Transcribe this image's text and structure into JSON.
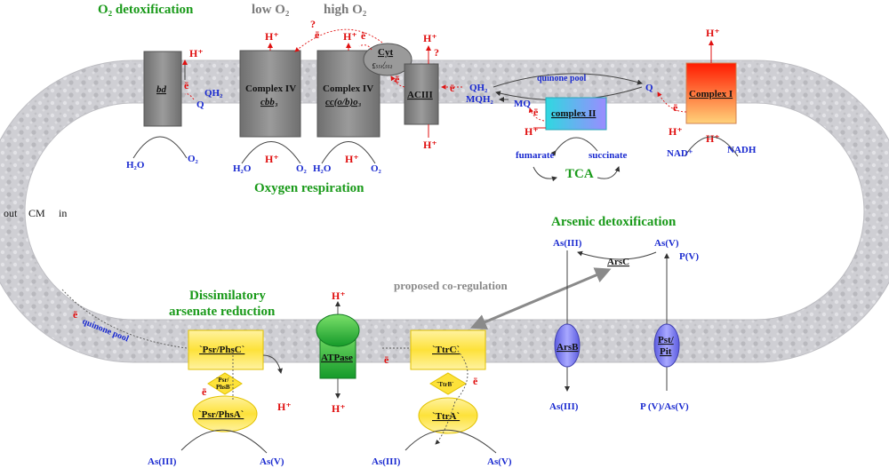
{
  "titles": {
    "o2_detox": "O₂ detoxification",
    "low_o2": "low O₂",
    "high_o2": "high O₂",
    "oxygen_respiration": "Oxygen respiration",
    "arsenic_detox": "Arsenic detoxification",
    "dissimilatory_1": "Dissimilatory",
    "dissimilatory_2": "arsenate reduction",
    "proposed": "proposed co-regulation",
    "quinone_pool_top": "quinone pool",
    "quinone_pool_left": "quinone pool",
    "tca": "TCA"
  },
  "membrane": {
    "out": "out",
    "cm": "CM",
    "in": "in"
  },
  "complexes": {
    "bd": "bd",
    "complex_iv_cbb3_1": "Complex IV",
    "complex_iv_cbb3_2": "cbb₃",
    "complex_iv_cc_1": "Complex IV",
    "complex_iv_cc_2": "cc(o/b)o₃",
    "cyt_1": "Cyt",
    "cyt_2": "c₅₅₁/₅₅₂",
    "aciii": "ACIII",
    "complex_ii": "complex II",
    "complex_i": "Complex I",
    "atpase": "ATPase",
    "psr_phsc": "`Psr/PhsC`",
    "psr_phsb_1": "`Psr/",
    "psr_phsb_2": "PhsB`",
    "psr_phsa": "`Psr/PhsA`",
    "ttrc": "`TtrC`",
    "ttrb": "`TtrB`",
    "ttra": "`TtrA`",
    "arsb": "ArsB",
    "pst_1": "Pst/",
    "pst_2": "Pit",
    "arsc": "ArsC"
  },
  "species": {
    "h2o": "H₂O",
    "o2": "O₂",
    "qh2": "QH₂",
    "q": "Q",
    "mqh2": "MQH₂",
    "mq": "MQ",
    "fumarate": "fumarate",
    "succinate": "succinate",
    "nad": "NAD⁺",
    "nadh": "NADH",
    "as3": "As(III)",
    "as5": "As(V)",
    "p5": "P(V)",
    "p5as5": "P (V)/As(V)",
    "hplus": "H⁺",
    "electron": "ē",
    "question": "?"
  },
  "colors": {
    "membrane": "#cfcfd3",
    "grey_complex": "#8a8a8a",
    "title_green": "#1a9a1a",
    "species_blue": "#1a2ad0",
    "proton_red": "#e01010",
    "yellow": "#fde74a",
    "blue_violet": "#7a78e8",
    "cyan": "#35d4e8"
  }
}
